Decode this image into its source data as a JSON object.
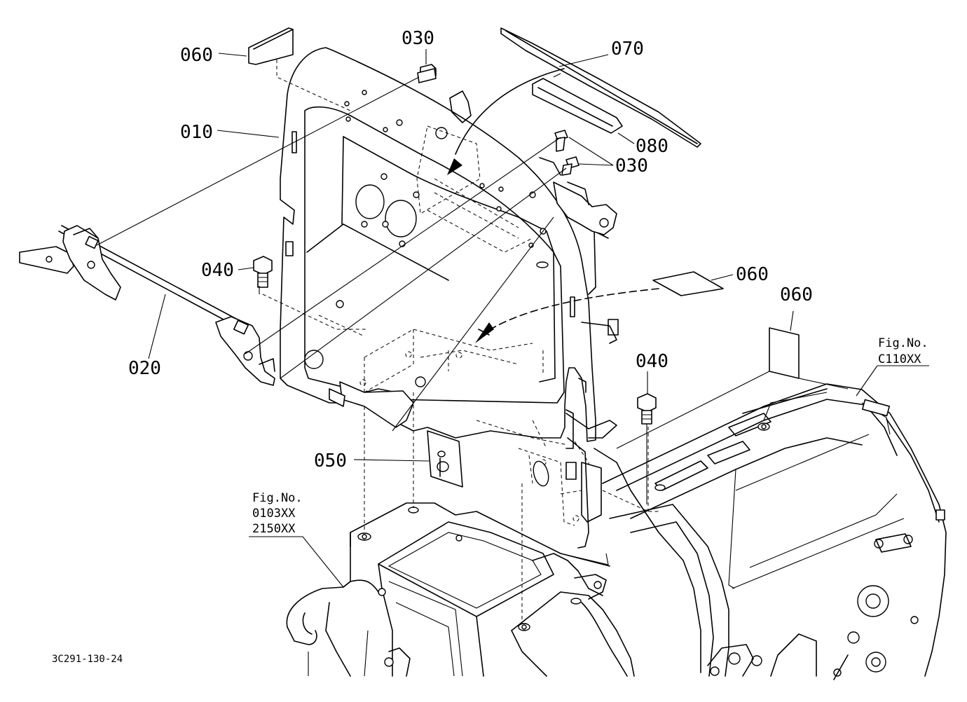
{
  "callouts": {
    "c010": "010",
    "c020": "020",
    "c030a": "030",
    "c030b": "030",
    "c040a": "040",
    "c040b": "040",
    "c050": "050",
    "c060a": "060",
    "c060b": "060",
    "c060c": "060",
    "c070": "070",
    "c080": "080"
  },
  "references": {
    "left": {
      "label": "Fig.No.",
      "line1": "0103XX",
      "line2": "2150XX"
    },
    "right": {
      "label": "Fig.No.",
      "line1": "C110XX"
    }
  },
  "drawing_code": "3C291-130-24"
}
